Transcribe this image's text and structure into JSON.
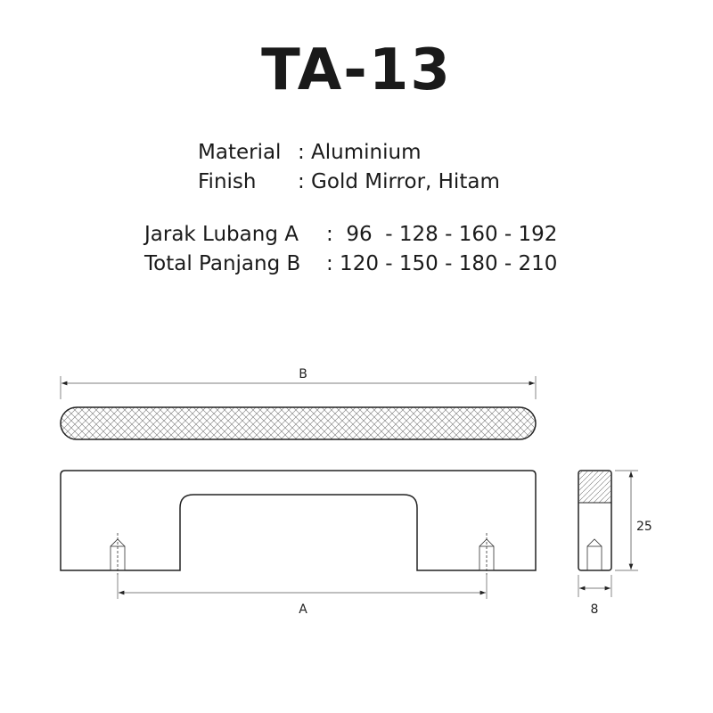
{
  "title": "TA-13",
  "specs": {
    "material_label": "Material",
    "material_value": ": Aluminium",
    "finish_label": "Finish",
    "finish_value": ": Gold Mirror, Hitam",
    "hole_label": "Jarak Lubang A",
    "hole_value": ":  96  - 128 - 160 - 192",
    "length_label": "Total Panjang B",
    "length_value": ": 120 - 150 - 180 - 210"
  },
  "drawing": {
    "dim_b": "B",
    "dim_a": "A",
    "dim_height": "25",
    "dim_width": "8"
  }
}
